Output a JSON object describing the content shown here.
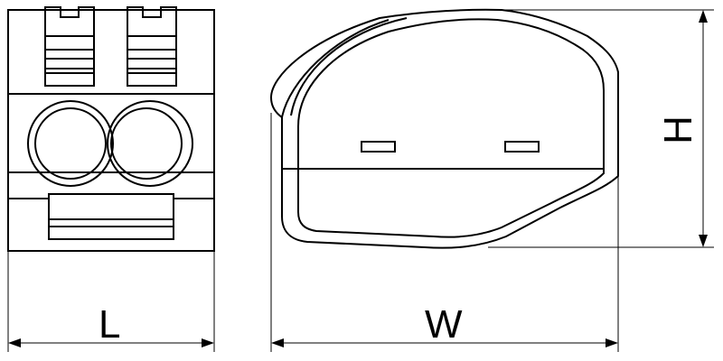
{
  "dimensions": {
    "length_label": "L",
    "width_label": "W",
    "height_label": "H"
  },
  "colors": {
    "line": "#000000",
    "background": "#ffffff"
  }
}
